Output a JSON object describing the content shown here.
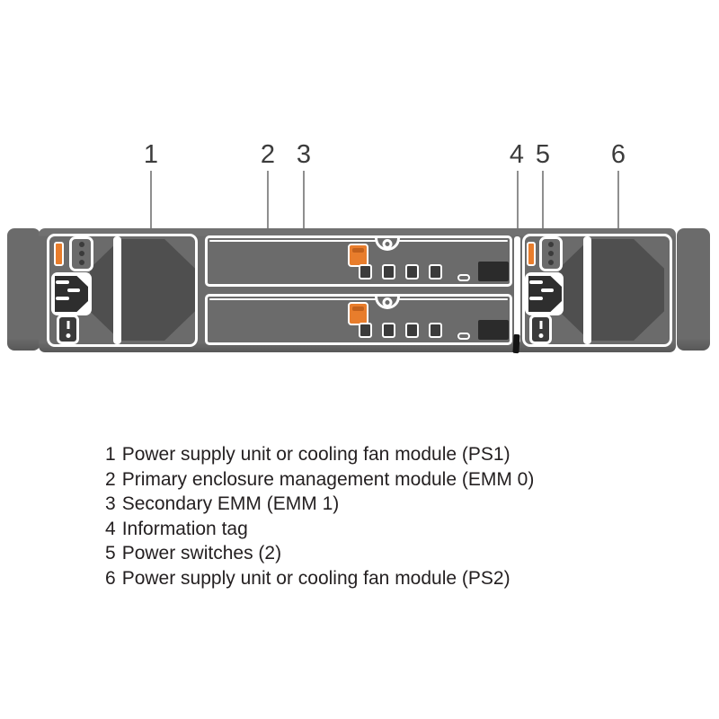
{
  "figure": {
    "type": "hardware-rear-panel-diagram",
    "subject": "Storage enclosure back panel with power supply/cooling fan modules and enclosure management modules"
  },
  "callouts": [
    {
      "num": "1"
    },
    {
      "num": "2"
    },
    {
      "num": "3"
    },
    {
      "num": "4"
    },
    {
      "num": "5"
    },
    {
      "num": "6"
    }
  ],
  "legend": {
    "items": [
      {
        "num": "1",
        "text": "Power supply unit or cooling fan module (PS1)"
      },
      {
        "num": "2",
        "text": "Primary enclosure management module (EMM 0)"
      },
      {
        "num": "3",
        "text": "Secondary EMM (EMM 1)"
      },
      {
        "num": "4",
        "text": "Information tag"
      },
      {
        "num": "5",
        "text": "Power switches (2)"
      },
      {
        "num": "6",
        "text": "Power supply unit or cooling fan module (PS2)"
      }
    ]
  },
  "icons": {
    "cooling_fan": "octagon-shape",
    "power_inlet": "iec-c14-socket-shape",
    "power_switch": "rocker-switch-bar-and-dot",
    "status_leds": "three-vertical-dots",
    "release_latch": "orange-tab",
    "thumb_notch": "semicircle-recess"
  },
  "colors": {
    "chassis_gray": "#6b6b6b",
    "fan_gray": "#4f4f4f",
    "latch_orange": "#e87d2c",
    "port_dark": "#2e2e2e",
    "outline_white": "#ffffff",
    "callout_line_gray": "#8f8f8f",
    "text_black": "#231f20"
  }
}
